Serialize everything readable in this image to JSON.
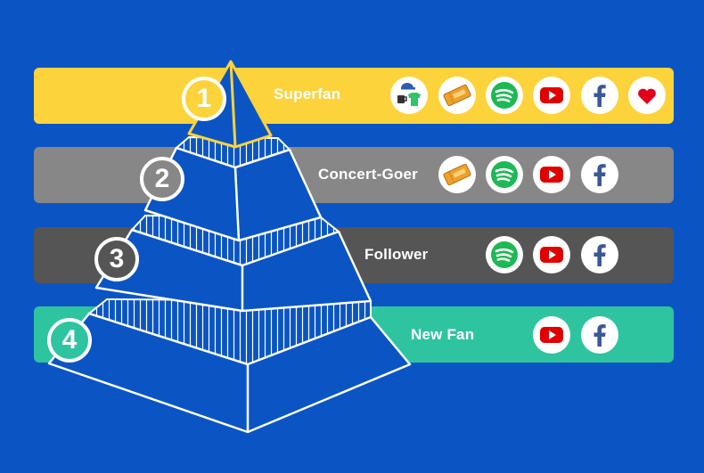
{
  "tiers": [
    {
      "number": "1",
      "label": "Superfan",
      "color": "#fdd33b",
      "icons": [
        "merch-icon",
        "ticket-icon",
        "spotify-icon",
        "youtube-icon",
        "facebook-icon",
        "heart-icon"
      ]
    },
    {
      "number": "2",
      "label": "Concert-Goer",
      "color": "#878787",
      "icons": [
        "ticket-icon",
        "spotify-icon",
        "youtube-icon",
        "facebook-icon"
      ]
    },
    {
      "number": "3",
      "label": "Follower",
      "color": "#555555",
      "icons": [
        "spotify-icon",
        "youtube-icon",
        "facebook-icon"
      ]
    },
    {
      "number": "4",
      "label": "New Fan",
      "color": "#2ec4a0",
      "icons": [
        "youtube-icon",
        "facebook-icon"
      ]
    }
  ],
  "colors": {
    "background": "#0a55c3",
    "pyramid_fill": "#0a55c3",
    "outline": "#ffffff",
    "apex_outline": "#fdd33b",
    "spotify": "#1db954",
    "youtube": "#e00000",
    "facebook": "#3b5998",
    "heart": "#e0001b",
    "ticket": "#f0a028"
  }
}
